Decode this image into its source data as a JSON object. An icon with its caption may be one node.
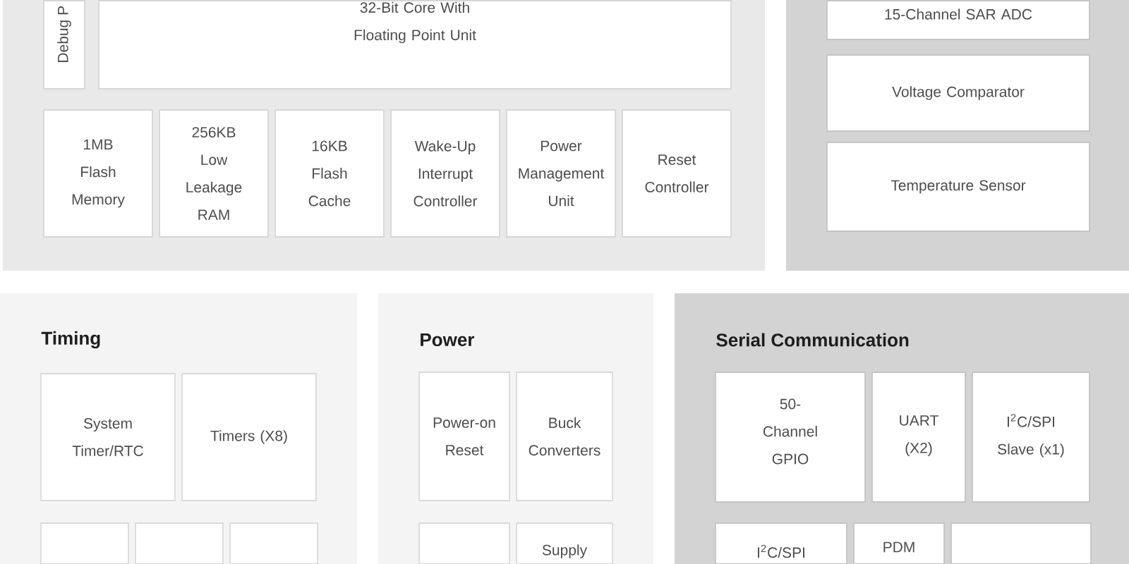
{
  "diagram": {
    "nodes": [
      {
        "text": [],
        "shape": "box"
      },
      {
        "text": [
          "Debug P"
        ],
        "in": 0
      },
      {
        "text": [
          "32-Bit Core With Floating Point Unit"
        ],
        "in": 0
      },
      {
        "text": [
          "1MB Flash Memory"
        ],
        "in": 0
      },
      {
        "text": [
          "256KB Low Leakage RAM"
        ],
        "in": 0
      },
      {
        "text": [
          "16KB Flash Cache"
        ],
        "in": 0
      },
      {
        "text": [
          "Wake-Up Interrupt Controller"
        ],
        "in": 0
      },
      {
        "text": [
          "Power Management Unit"
        ],
        "in": 0
      },
      {
        "text": [
          "Reset Controller"
        ],
        "in": 0
      },
      {
        "text": [],
        "shape": "box"
      },
      {
        "text": [
          "15-Channel SAR ADC"
        ],
        "in": 9
      },
      {
        "text": [
          "Voltage Comparator"
        ],
        "in": 9
      },
      {
        "text": [
          "Temperature Sensor"
        ],
        "in": 9
      },
      {
        "text": [
          "Timing"
        ]
      },
      {
        "text": [
          "System Timer/RTC"
        ],
        "in": 13
      },
      {
        "text": [
          "Timers (X8)"
        ],
        "in": 13
      },
      {
        "text": [],
        "shape": "box",
        "in": 13
      },
      {
        "text": [],
        "shape": "box",
        "in": 13
      },
      {
        "text": [],
        "shape": "box",
        "in": 13
      },
      {
        "text": [
          "Power"
        ]
      },
      {
        "text": [
          "Power-on Reset"
        ],
        "in": 19
      },
      {
        "text": [
          "Buck Converters"
        ],
        "in": 19
      },
      {
        "text": [],
        "shape": "box",
        "in": 19
      },
      {
        "text": [
          "Supply"
        ],
        "in": 19
      },
      {
        "text": [
          "Serial Communication"
        ]
      },
      {
        "text": [
          "50- Channel GPIO"
        ],
        "in": 24
      },
      {
        "text": [
          "UART (X2)"
        ],
        "in": 24
      },
      {
        "text": [
          "I$^{2}$C/SPI Slave (x1)"
        ],
        "in": 24
      },
      {
        "text": [
          "I$^{2}$C/SPI"
        ],
        "in": 24
      },
      {
        "text": [
          "PDM"
        ],
        "in": 24
      },
      {
        "text": [],
        "shape": "box",
        "in": 24
      }
    ]
  }
}
